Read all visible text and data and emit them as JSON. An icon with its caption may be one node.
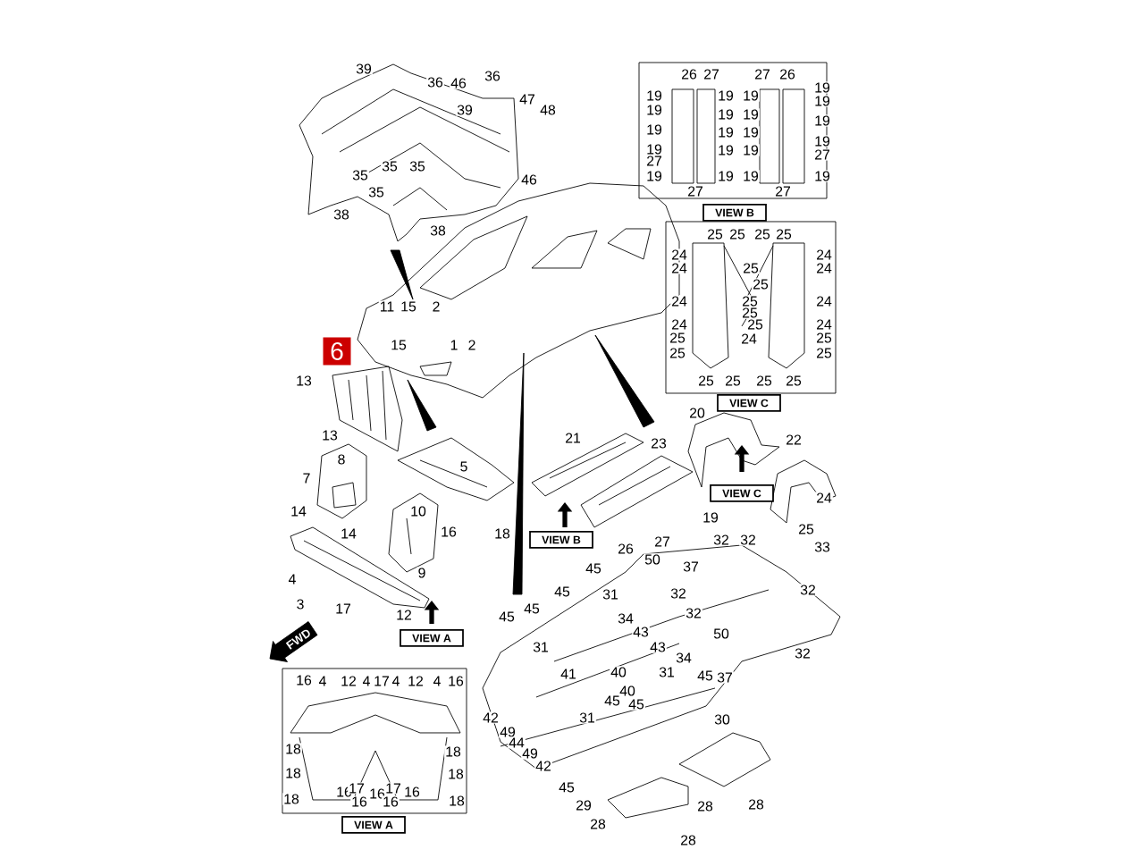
{
  "diagram": {
    "nodes": [
      {
        "text": [
          "6"
        ]
      },
      {
        "text": [
          "VIEW B"
        ]
      },
      {
        "text": [
          "VIEW C"
        ]
      },
      {
        "text": [
          "VIEW C"
        ]
      },
      {
        "text": [
          "VIEW B"
        ]
      },
      {
        "text": [
          "VIEW A"
        ]
      },
      {
        "text": [
          "VIEW A"
        ]
      }
    ],
    "labels": [
      "39",
      "36",
      "46",
      "36",
      "47",
      "39",
      "48",
      "35",
      "35",
      "35",
      "35",
      "46",
      "38",
      "38",
      "26",
      "27",
      "27",
      "26",
      "19",
      "19",
      "19",
      "19",
      "19",
      "19",
      "19",
      "19",
      "19",
      "19",
      "19",
      "19",
      "19",
      "19",
      "19",
      "19",
      "27",
      "27",
      "19",
      "19",
      "19",
      "19",
      "27",
      "27",
      "25",
      "25",
      "25",
      "25",
      "24",
      "24",
      "24",
      "25",
      "24",
      "25",
      "24",
      "25",
      "24",
      "25",
      "24",
      "25",
      "24",
      "25",
      "24",
      "25",
      "25",
      "25",
      "25",
      "25",
      "25",
      "25",
      "11",
      "15",
      "2",
      "15",
      "1",
      "2",
      "13",
      "13",
      "8",
      "5",
      "7",
      "14",
      "10",
      "14",
      "16",
      "18",
      "9",
      "4",
      "3",
      "17",
      "12",
      "FWD",
      "20",
      "21",
      "23",
      "22",
      "24",
      "19",
      "25",
      "26",
      "27",
      "32",
      "32",
      "33",
      "45",
      "50",
      "37",
      "45",
      "31",
      "32",
      "32",
      "45",
      "45",
      "34",
      "32",
      "43",
      "50",
      "31",
      "43",
      "34",
      "32",
      "41",
      "40",
      "31",
      "45",
      "37",
      "40",
      "45",
      "45",
      "42",
      "31",
      "30",
      "49",
      "44",
      "49",
      "42",
      "45",
      "29",
      "28",
      "28",
      "28",
      "28",
      "16",
      "4",
      "12",
      "4",
      "17",
      "4",
      "12",
      "4",
      "16",
      "18",
      "18",
      "18",
      "18",
      "18",
      "18",
      "16",
      "17",
      "16",
      "17",
      "16",
      "16",
      "16"
    ]
  }
}
